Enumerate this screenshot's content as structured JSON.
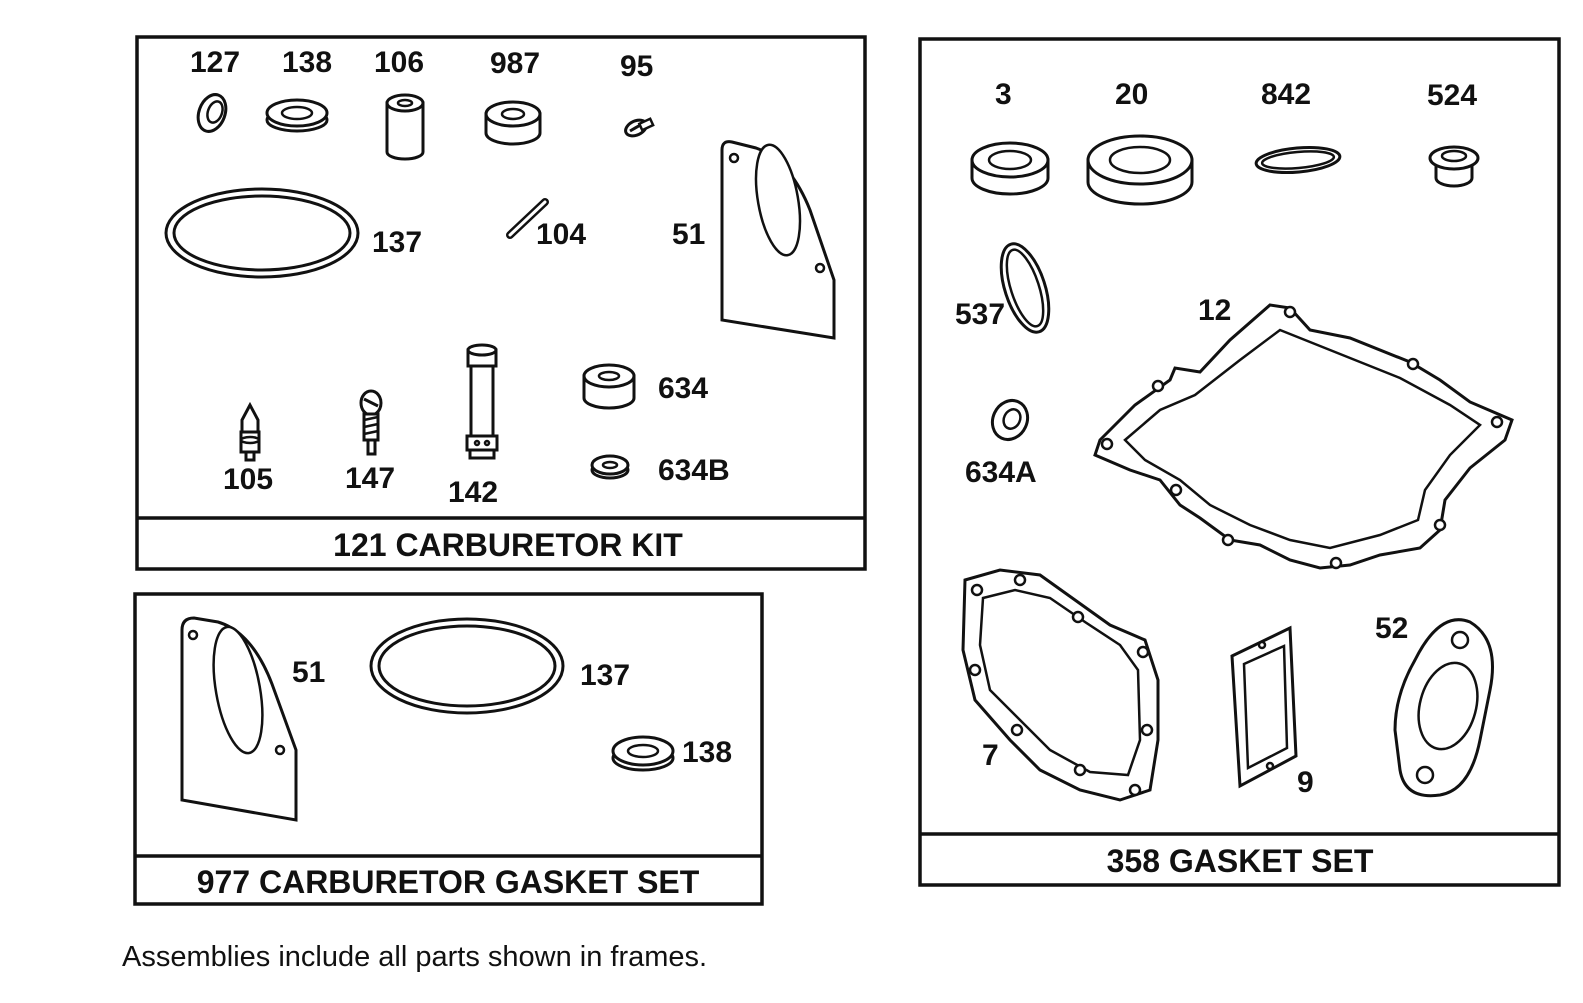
{
  "kits": {
    "carb_kit": {
      "title": "121 CARBURETOR KIT",
      "labels": [
        "127",
        "138",
        "106",
        "987",
        "95",
        "137",
        "104",
        "51",
        "634",
        "105",
        "147",
        "142",
        "634B"
      ]
    },
    "carb_gasket_set": {
      "title": "977 CARBURETOR GASKET SET",
      "labels": [
        "51",
        "137",
        "138"
      ]
    },
    "gasket_set": {
      "title": "358 GASKET SET",
      "labels": [
        "3",
        "20",
        "842",
        "524",
        "537",
        "12",
        "634A",
        "52",
        "7",
        "9"
      ]
    }
  },
  "footnote": "Assemblies include all parts shown in frames."
}
